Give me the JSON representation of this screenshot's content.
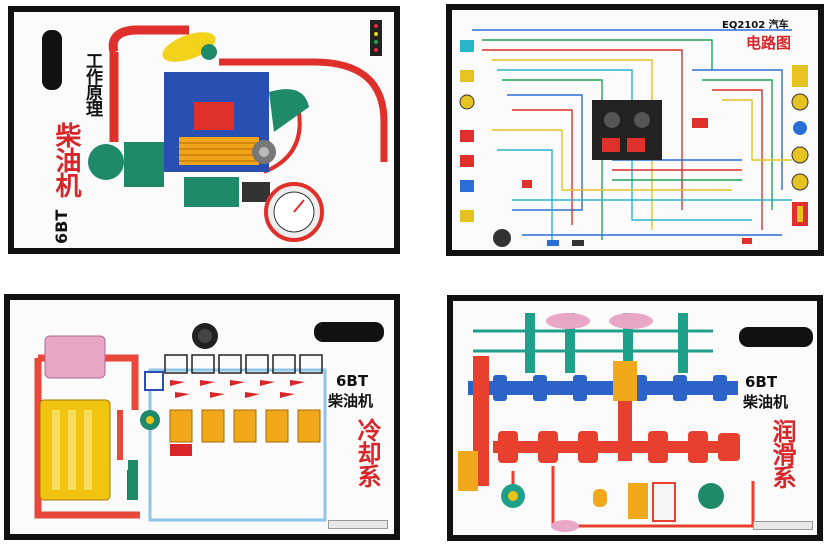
{
  "boards": [
    {
      "id": "diesel-principle",
      "title_model": "6BT",
      "title_engine": "柴油机",
      "subtitle": "工作原理",
      "colors": {
        "accent": "#d8262a",
        "pipe": "#e0302c",
        "green": "#1f8a6a",
        "blue": "#2a4fb3",
        "yellow": "#f2d21a"
      }
    },
    {
      "id": "circuit",
      "title_model": "EQ2102 汽车",
      "title_main": "电路图",
      "colors": {
        "accent": "#e0302c",
        "wire_blue": "#2b6fd6",
        "wire_green": "#1fa35a",
        "wire_yellow": "#e7c321",
        "wire_cyan": "#2ab5c9"
      }
    },
    {
      "id": "cooling",
      "title_model": "6BT",
      "title_engine": "柴油机",
      "title_system": "冷却系",
      "colors": {
        "accent": "#d8262a",
        "coolant": "#e9473a",
        "radiator": "#f1c40f",
        "pink": "#e9a7c8"
      }
    },
    {
      "id": "lubrication",
      "title_model": "6BT",
      "title_engine": "柴油机",
      "title_system": "润滑系",
      "colors": {
        "accent": "#d8262a",
        "oil": "#e8402e",
        "shaft": "#2d63c7",
        "teal": "#1fa08a"
      }
    }
  ]
}
